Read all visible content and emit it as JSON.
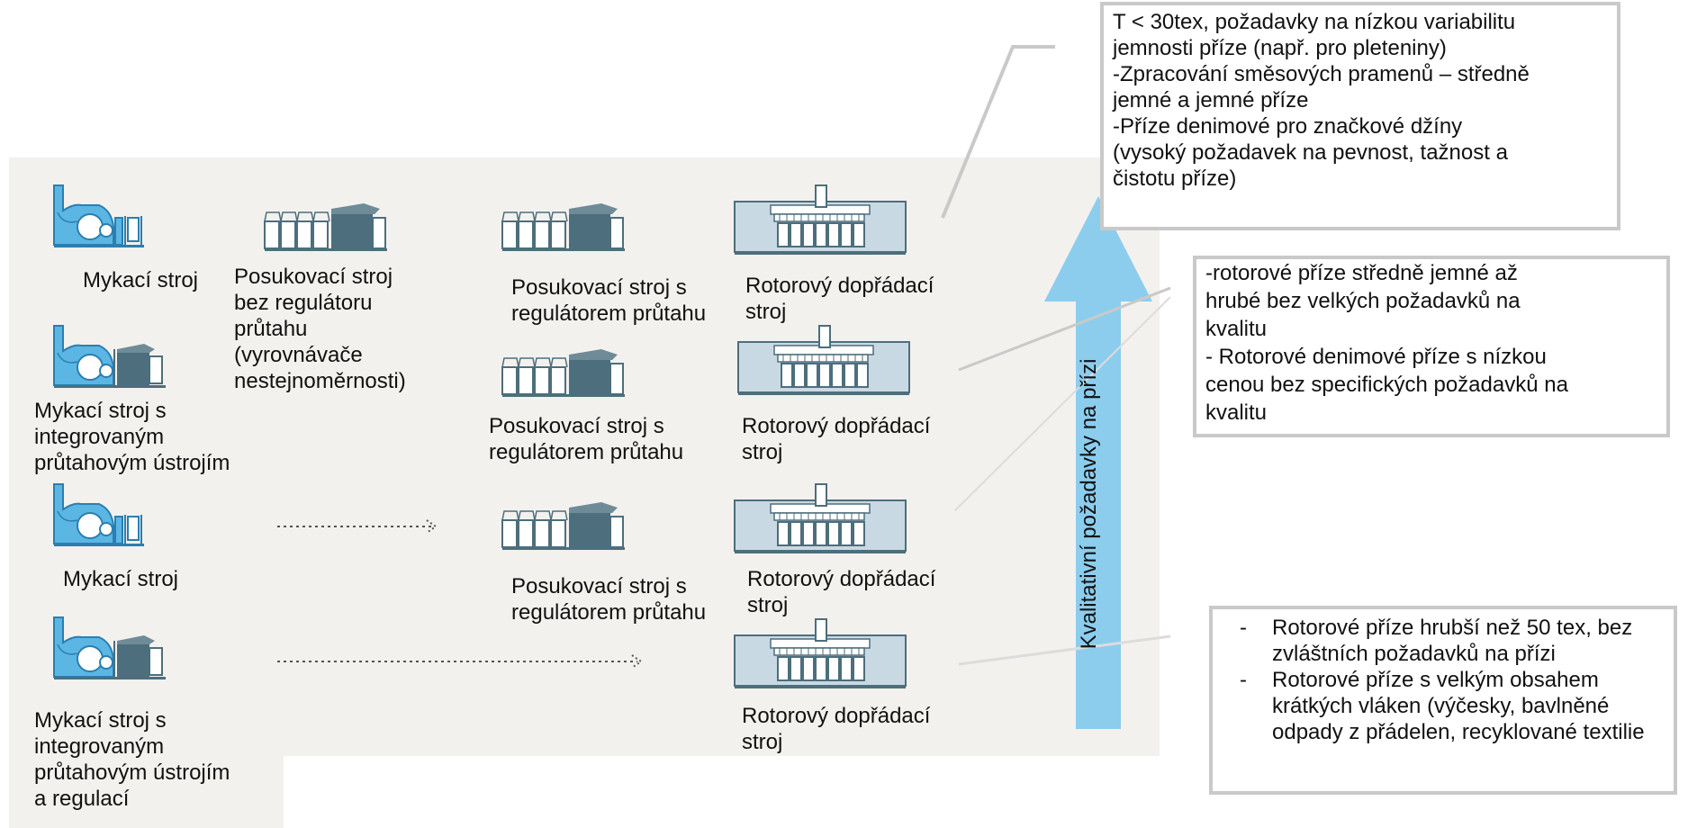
{
  "machines": {
    "row1": {
      "card": "Mykací stroj",
      "drawframe": "Posukovací stroj\nbez regulátoru\nprůtahu\n(vyrovnávače\nnestejnoměrnosti)",
      "drawframe_reg": "Posukovací stroj s\nregulátorem průtahu",
      "rotor": "Rotorový dopřádací\nstroj"
    },
    "row2": {
      "card": "Mykací stroj s\nintegrovaným\nprůtahovým ústrojím",
      "drawframe_reg": "Posukovací stroj s\nregulátorem průtahu",
      "rotor": "Rotorový dopřádací\nstroj"
    },
    "row3": {
      "card": "Mykací stroj",
      "drawframe_reg": "Posukovací stroj s\nregulátorem průtahu",
      "rotor": "Rotorový dopřádací\nstroj"
    },
    "row4": {
      "card": "Mykací stroj s\nintegrovaným\nprůtahovým ústrojím\na regulací",
      "rotor": "Rotorový dopřádací\nstroj"
    }
  },
  "quality_axis": {
    "label": "Kvalitativní požadavky na přízi"
  },
  "notes": {
    "box1": "T < 30tex, požadavky na nízkou variabilitu\njemnosti příze (např. pro pleteniny)\n-Zpracování směsových pramenů – středně\njemné a jemné příze\n-Příze denimové pro značkové džíny\n(vysoký požadavek na pevnost, tažnost a\nčistotu příze)",
    "box2": "-rotorové příze středně jemné až\nhrubé bez velkých požadavků na\nkvalitu\n- Rotorové denimové příze s nízkou\ncenou bez specifických požadavků na\nkvalitu",
    "box3": [
      {
        "dash": "-",
        "text": "Rotorové příze hrubší než 50 tex, bez zvláštních požadavků na přízi"
      },
      {
        "dash": "-",
        "text": "Rotorové příze s velkým obsahem krátkých vláken (výčesky, bavlněné odpady z přádelen, recyklované textilie"
      }
    ]
  },
  "colors": {
    "panel": "#f3f1ee",
    "arrow": "#8ccdee",
    "card_blue": "#5bb6e4",
    "machine_dark": "#4d6e7c",
    "machine_light": "#c9d9e3",
    "box_border": "#c9c9c9"
  }
}
